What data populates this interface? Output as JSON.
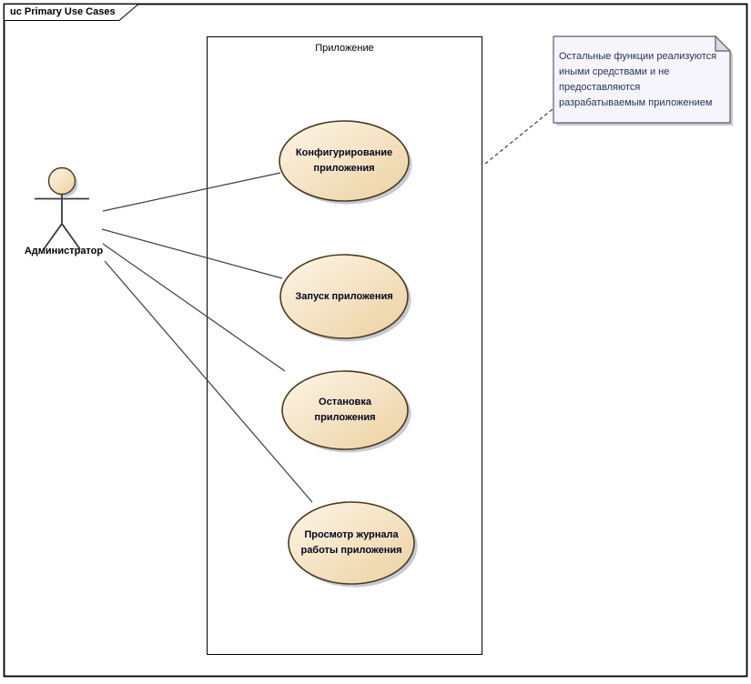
{
  "frame": {
    "title": "uc Primary Use Cases"
  },
  "system": {
    "label": "Приложение",
    "usecases": [
      {
        "id": "configure-application",
        "label": "Конфигурирование\nприложения"
      },
      {
        "id": "start-application",
        "label": "Запуск приложения"
      },
      {
        "id": "stop-application",
        "label": "Остановка\nприложения"
      },
      {
        "id": "view-application-log",
        "label": "Просмотр журнала\nработы приложения"
      }
    ]
  },
  "actor": {
    "label": "Администратор"
  },
  "note": {
    "text": "Остальные функции реализуются\nиными средствами и не\nпредоставляются\nразрабатываемым приложением"
  },
  "colors": {
    "usecase_fill_light": "#fdf6e7",
    "usecase_fill_dark": "#ecd0a1",
    "usecase_border": "#4a3b1e",
    "connector": "#3c3c3c",
    "shadow": "#c6cad4",
    "note_fill": "#f7f5fc",
    "note_border": "#5b5b66",
    "note_text_color": "#26335c"
  }
}
